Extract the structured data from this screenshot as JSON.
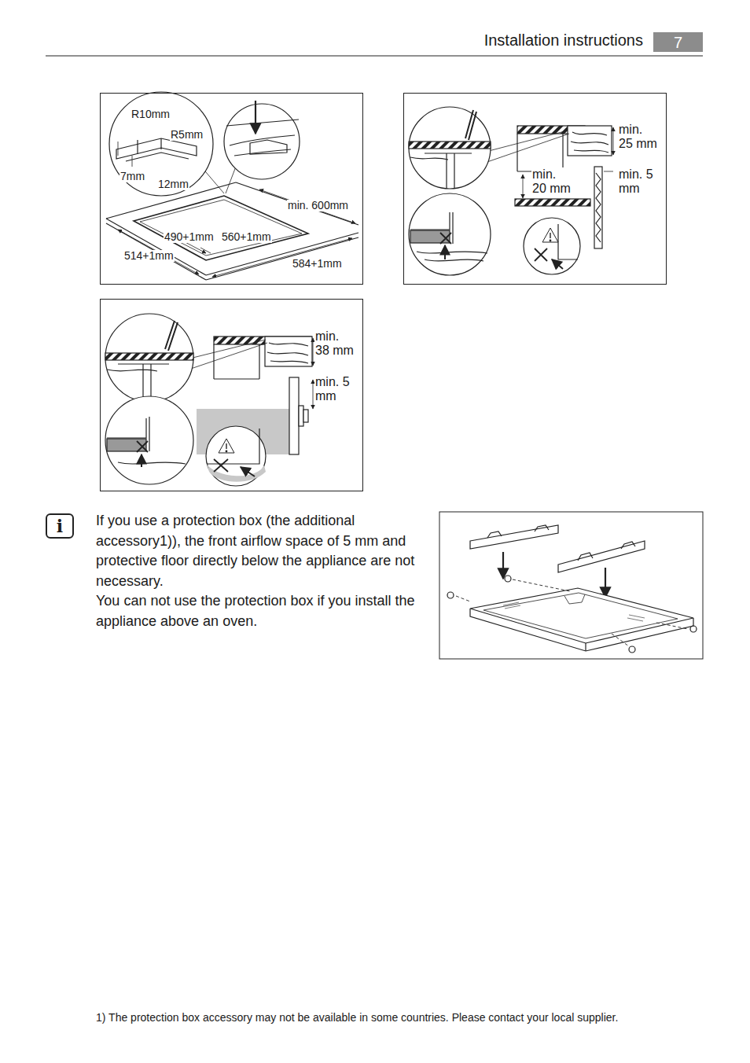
{
  "diagram": {
    "nodes": [
      {
        "text": [
          "7"
        ]
      },
      {
        "text": [
          "R10mm",
          "R5mm",
          "7mm",
          "12mm",
          "min. 600mm",
          "490+1mm",
          "560+1mm",
          "514+1mm",
          "584+1mm"
        ]
      },
      {
        "text": [
          "min. 25 mm",
          "min. 20 mm",
          "min. 5 mm"
        ]
      },
      {
        "text": [
          "min. 38 mm",
          "min. 5 mm"
        ]
      },
      {
        "text": [
          "i"
        ]
      }
    ],
    "labels": [
      "Installation instructions",
      "If you use a protection box (the additional accessory1)), the front airflow space of 5 mm and protective floor directly below the appliance are not necessary.",
      "You can not use the protection box if you install the appliance above an oven.",
      "1) The protection box accessory may not be available in some countries. Please contact your local supplier."
    ]
  }
}
